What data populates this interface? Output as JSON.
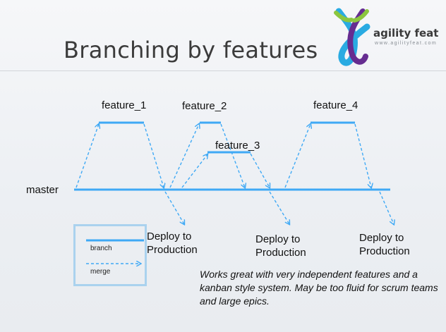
{
  "slide": {
    "title": "Branching by features"
  },
  "logo": {
    "name": "agility feat",
    "url": "www.agilityfeat.com",
    "colors": [
      "#8cc63f",
      "#29abe2",
      "#662d91"
    ]
  },
  "diagram": {
    "master_label": "master",
    "features": [
      "feature_1",
      "feature_2",
      "feature_3",
      "feature_4"
    ],
    "deploy": [
      {
        "line1": "Deploy to",
        "line2": "Production"
      },
      {
        "line1": "Deploy to",
        "line2": "Production"
      },
      {
        "line1": "Deploy to",
        "line2": "Production"
      }
    ],
    "line_color": "#3fa9f5"
  },
  "legend": {
    "branch": "branch",
    "merge": "merge"
  },
  "note": "Works great with very independent features and a kanban style system. May be too fluid for scrum teams and large epics."
}
